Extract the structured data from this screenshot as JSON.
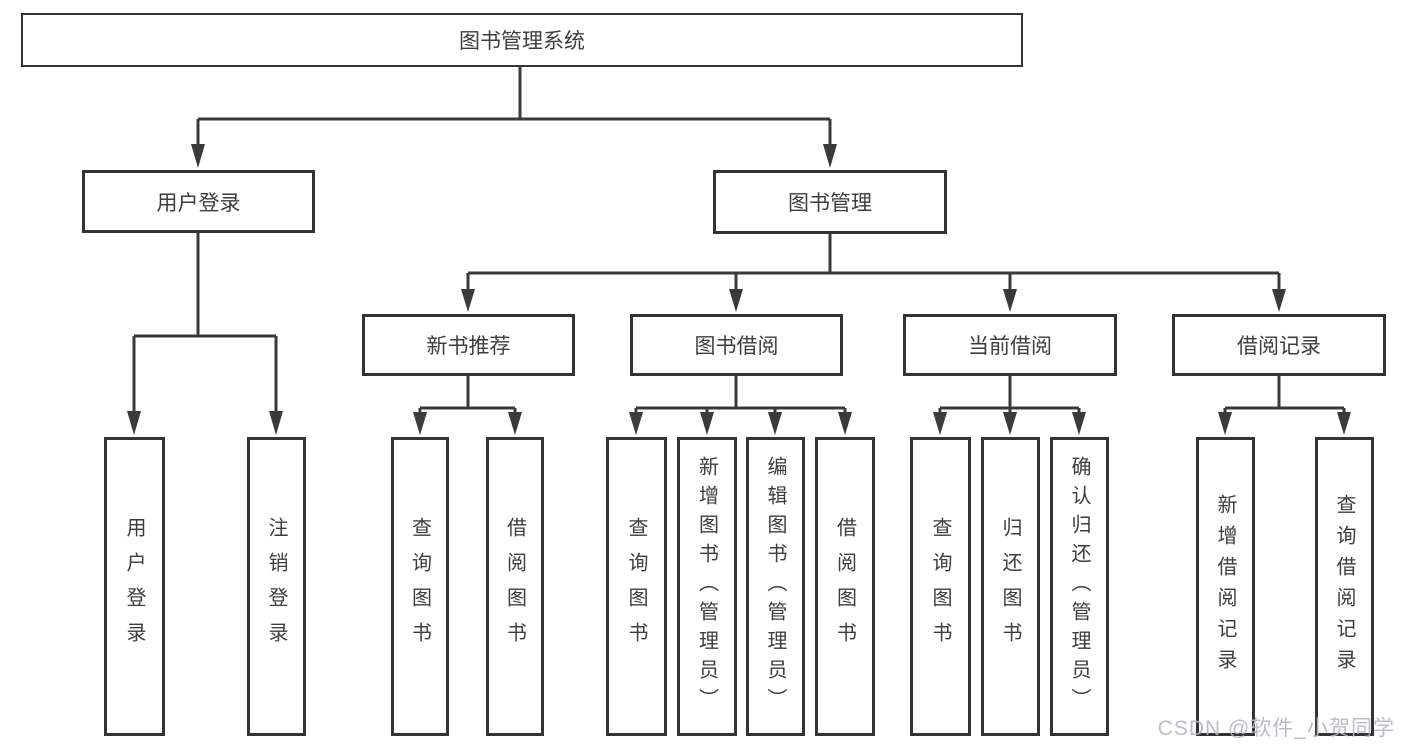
{
  "diagram": {
    "type": "tree-diagram",
    "root": {
      "label": "图书管理系统",
      "children": [
        {
          "label": "用户登录",
          "children": [
            {
              "label": "用户登录"
            },
            {
              "label": "注销登录"
            }
          ]
        },
        {
          "label": "图书管理",
          "children": [
            {
              "label": "新书推荐",
              "children": [
                {
                  "label": "查询图书"
                },
                {
                  "label": "借阅图书"
                }
              ]
            },
            {
              "label": "图书借阅",
              "children": [
                {
                  "label": "查询图书"
                },
                {
                  "label": "新增图书（管理员）"
                },
                {
                  "label": "编辑图书（管理员）"
                },
                {
                  "label": "借阅图书"
                }
              ]
            },
            {
              "label": "当前借阅",
              "children": [
                {
                  "label": "查询图书"
                },
                {
                  "label": "归还图书"
                },
                {
                  "label": "确认归还（管理员）"
                }
              ]
            },
            {
              "label": "借阅记录",
              "children": [
                {
                  "label": "新增借阅记录"
                },
                {
                  "label": "查询借阅记录"
                }
              ]
            }
          ]
        }
      ]
    }
  },
  "watermark": {
    "text": "CSDN @软件_小贺同学"
  },
  "colors": {
    "line": "#3a3a3a",
    "border": "#333333",
    "text": "#3d3d3d",
    "watermark": "#b3b6bd"
  }
}
